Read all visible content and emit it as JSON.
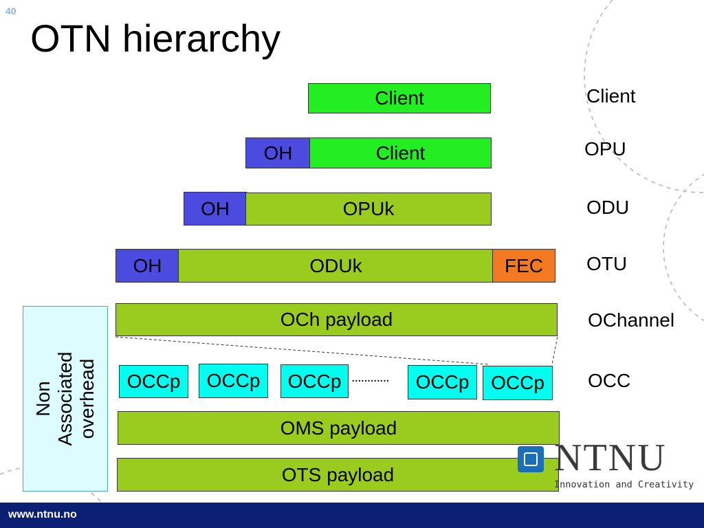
{
  "slide": {
    "number": "40",
    "title": "OTN hierarchy",
    "footer_url": "www.ntnu.no"
  },
  "rows": {
    "client": {
      "client": "Client"
    },
    "opu": {
      "oh": "OH",
      "client": "Client"
    },
    "odu": {
      "oh": "OH",
      "opuk": "OPUk"
    },
    "otu": {
      "oh": "OH",
      "oduk": "ODUk",
      "fec": "FEC"
    },
    "och": {
      "payload": "OCh payload"
    },
    "occ": {
      "items": [
        "OCCp",
        "OCCp",
        "OCCp",
        "OCCp",
        "OCCp"
      ],
      "ellipsis": "............"
    },
    "oms": {
      "payload": "OMS payload"
    },
    "ots": {
      "payload": "OTS payload"
    }
  },
  "layer_labels": [
    "Client",
    "OPU",
    "ODU",
    "OTU",
    "OChannel",
    "OCC"
  ],
  "non_associated": {
    "line1": "Non",
    "line2": "Associated",
    "line3": "overhead"
  },
  "logo": {
    "name": "NTNU",
    "tagline": "Innovation and Creativity"
  },
  "colors": {
    "client_green": "#22ee22",
    "payload_lime": "#99cc1f",
    "overhead_blue": "#4b4be0",
    "fec_orange": "#f47a22",
    "occp_cyan": "#00ffee",
    "footer_navy": "#0b1f73"
  }
}
